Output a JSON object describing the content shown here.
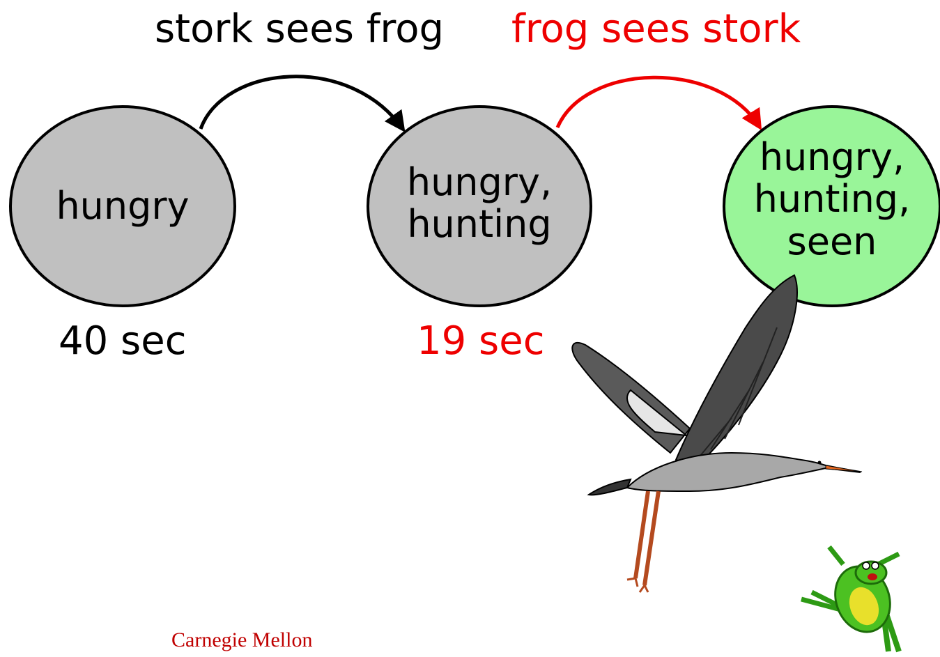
{
  "transitions": {
    "first": {
      "label": "stork sees frog",
      "color": "#000000"
    },
    "second": {
      "label": "frog sees stork",
      "color": "#ee0000"
    }
  },
  "states": [
    {
      "lines": [
        "hungry"
      ],
      "duration": "40 sec",
      "fill": "#c0c0c0",
      "duration_color": "#000000"
    },
    {
      "lines": [
        "hungry,",
        "hunting"
      ],
      "duration": "19 sec",
      "fill": "#c0c0c0",
      "duration_color": "#ee0000"
    },
    {
      "lines": [
        "hungry,",
        "hunting,",
        "seen"
      ],
      "duration": "",
      "fill": "#99f599",
      "duration_color": "#000000"
    }
  ],
  "illustrations": [
    "stork-flying",
    "frog-jumping"
  ],
  "footer": "Carnegie Mellon"
}
